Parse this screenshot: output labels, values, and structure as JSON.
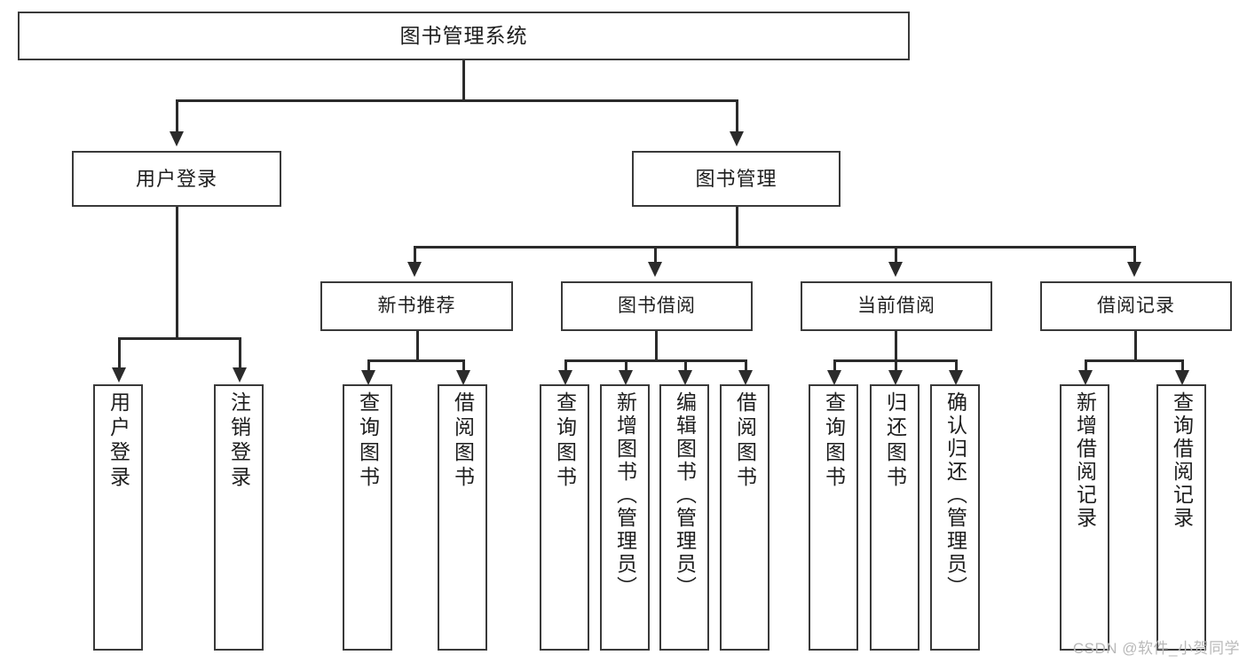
{
  "diagram": {
    "type": "hierarchy-tree",
    "title": "图书管理系统",
    "colors": {
      "box_border": "#3a3a3a",
      "connector": "#2b2b2b",
      "background": "#ffffff",
      "text": "#1d1d1d",
      "watermark": "#b9b9b9"
    },
    "root": {
      "label": "图书管理系统"
    },
    "level2": [
      {
        "label": "用户登录"
      },
      {
        "label": "图书管理"
      }
    ],
    "level3": [
      {
        "label": "新书推荐"
      },
      {
        "label": "图书借阅"
      },
      {
        "label": "当前借阅"
      },
      {
        "label": "借阅记录"
      }
    ],
    "leaves": {
      "user_login": [
        {
          "label": "用户登录"
        },
        {
          "label": "注销登录"
        }
      ],
      "new_book_recommend": [
        {
          "label": "查询图书"
        },
        {
          "label": "借阅图书"
        }
      ],
      "book_borrow": [
        {
          "label": "查询图书"
        },
        {
          "label": "新增图书（管理员）"
        },
        {
          "label": "编辑图书（管理员）"
        },
        {
          "label": "借阅图书"
        }
      ],
      "current_borrow": [
        {
          "label": "查询图书"
        },
        {
          "label": "归还图书"
        },
        {
          "label": "确认归还（管理员）"
        }
      ],
      "borrow_record": [
        {
          "label": "新增借阅记录"
        },
        {
          "label": "查询借阅记录"
        }
      ]
    }
  },
  "watermark": {
    "text": "CSDN @软件_小贺同学"
  }
}
